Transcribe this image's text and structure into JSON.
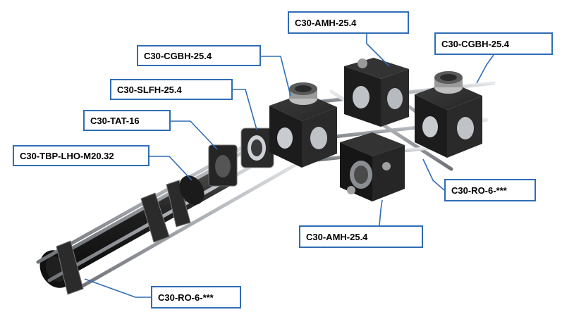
{
  "callouts": {
    "amh_top": "C30-AMH-25.4",
    "cgbh_right": "C30-CGBH-25.4",
    "cgbh_left": "C30-CGBH-25.4",
    "slfh": "C30-SLFH-25.4",
    "tat": "C30-TAT-16",
    "tbp": "C30-TBP-LHO-M20.32",
    "ro_right": "C30-RO-6-***",
    "amh_bottom": "C30-AMH-25.4",
    "ro_bottom": "C30-RO-6-***"
  },
  "colors": {
    "callout_border": "#2f6db5",
    "leader_line": "#2f6db5",
    "block_body": "#2a2a2a",
    "rod": "#b9bcc0"
  }
}
